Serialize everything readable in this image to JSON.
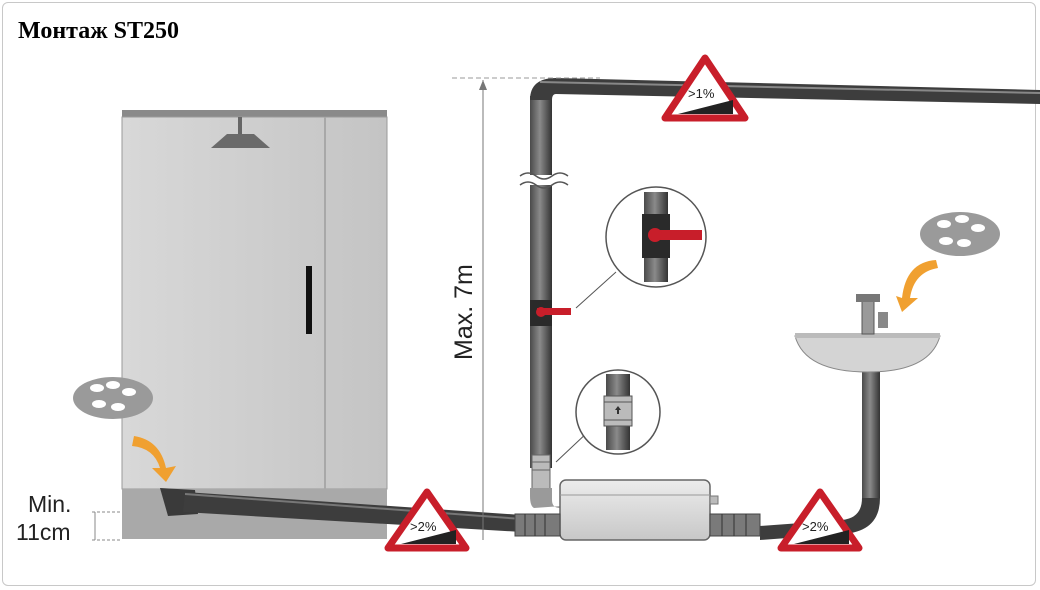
{
  "title": "Монтаж ST250",
  "labels": {
    "max_height": "Max. 7m",
    "min_line1": "Min.",
    "min_line2": "11cm",
    "slope_top": ">1%",
    "slope_left": ">2%",
    "slope_right": ">2%"
  },
  "colors": {
    "pipe": "#3b3b3b",
    "pipe_light": "#6e6e6e",
    "arrow": "#f0a030",
    "warning_red": "#c81e2a",
    "valve_red": "#c81e2a",
    "cabin": "#cfcfcf"
  }
}
